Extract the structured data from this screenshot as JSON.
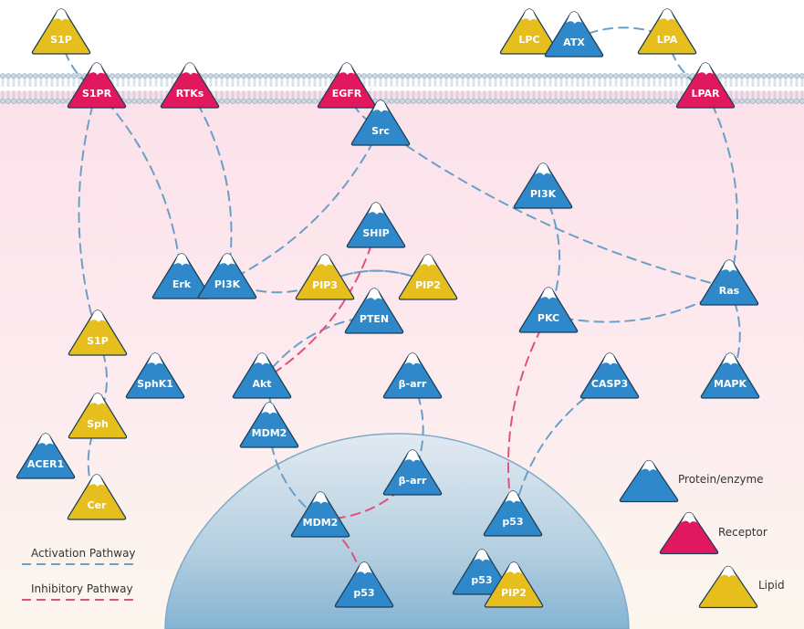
{
  "colors": {
    "protein": "#2e88c9",
    "receptor": "#e2185f",
    "lipid": "#e6be1e",
    "activation": "#6a9fc8",
    "inhibition": "#e2507e",
    "cap": "#ffffff",
    "outline": "#1d3d55"
  },
  "nodes": [
    {
      "id": "s1p-top",
      "label": "S1P",
      "type": "lipid"
    },
    {
      "id": "lpc",
      "label": "LPC",
      "type": "lipid"
    },
    {
      "id": "atx",
      "label": "ATX",
      "type": "protein"
    },
    {
      "id": "lpa",
      "label": "LPA",
      "type": "lipid"
    },
    {
      "id": "s1pr",
      "label": "S1PR",
      "type": "receptor"
    },
    {
      "id": "rtks",
      "label": "RTKs",
      "type": "receptor"
    },
    {
      "id": "egfr",
      "label": "EGFR",
      "type": "receptor"
    },
    {
      "id": "lpar",
      "label": "LPAR",
      "type": "receptor"
    },
    {
      "id": "src",
      "label": "Src",
      "type": "protein"
    },
    {
      "id": "pi3k-right",
      "label": "PI3K",
      "type": "protein"
    },
    {
      "id": "ship",
      "label": "SHIP",
      "type": "protein"
    },
    {
      "id": "erk",
      "label": "Erk",
      "type": "protein"
    },
    {
      "id": "pi3k-left",
      "label": "PI3K",
      "type": "protein"
    },
    {
      "id": "pip3",
      "label": "PIP3",
      "type": "lipid"
    },
    {
      "id": "pip2",
      "label": "PIP2",
      "type": "lipid"
    },
    {
      "id": "pten",
      "label": "PTEN",
      "type": "protein"
    },
    {
      "id": "pkc",
      "label": "PKC",
      "type": "protein"
    },
    {
      "id": "ras",
      "label": "Ras",
      "type": "protein"
    },
    {
      "id": "s1p-mid",
      "label": "S1P",
      "type": "lipid"
    },
    {
      "id": "sphk1",
      "label": "SphK1",
      "type": "protein"
    },
    {
      "id": "akt",
      "label": "Akt",
      "type": "protein"
    },
    {
      "id": "b-arr-1",
      "label": "β-arr",
      "type": "protein"
    },
    {
      "id": "casp3",
      "label": "CASP3",
      "type": "protein"
    },
    {
      "id": "mapk",
      "label": "MAPK",
      "type": "protein"
    },
    {
      "id": "sph",
      "label": "Sph",
      "type": "lipid"
    },
    {
      "id": "mdm2-1",
      "label": "MDM2",
      "type": "protein"
    },
    {
      "id": "acer1",
      "label": "ACER1",
      "type": "protein"
    },
    {
      "id": "b-arr-2",
      "label": "β-arr",
      "type": "protein"
    },
    {
      "id": "cer",
      "label": "Cer",
      "type": "lipid"
    },
    {
      "id": "mdm2-2",
      "label": "MDM2",
      "type": "protein"
    },
    {
      "id": "p53-1",
      "label": "p53",
      "type": "protein"
    },
    {
      "id": "p53-2",
      "label": "p53",
      "type": "protein"
    },
    {
      "id": "p53-3",
      "label": "p53",
      "type": "protein"
    },
    {
      "id": "pip2-nuc",
      "label": "PIP2",
      "type": "lipid"
    }
  ],
  "edges": [
    {
      "from": "s1p-top",
      "to": "s1pr",
      "kind": "activation"
    },
    {
      "from": "atx",
      "to": "lpa",
      "kind": "activation"
    },
    {
      "from": "lpa",
      "to": "lpar",
      "kind": "activation"
    },
    {
      "from": "s1pr",
      "to": "erk",
      "kind": "activation"
    },
    {
      "from": "s1pr",
      "to": "s1p-mid",
      "kind": "activation"
    },
    {
      "from": "rtks",
      "to": "pi3k-left",
      "kind": "activation"
    },
    {
      "from": "egfr",
      "to": "src",
      "kind": "activation"
    },
    {
      "from": "src",
      "to": "pi3k-left",
      "kind": "activation"
    },
    {
      "from": "src",
      "to": "ras",
      "kind": "activation"
    },
    {
      "from": "lpar",
      "to": "ras",
      "kind": "activation"
    },
    {
      "from": "pi3k-left",
      "to": "pip3",
      "kind": "activation"
    },
    {
      "from": "pip3",
      "to": "pip2",
      "kind": "activation"
    },
    {
      "from": "pip2",
      "to": "pip3",
      "kind": "activation"
    },
    {
      "from": "pi3k-right",
      "to": "pkc",
      "kind": "activation"
    },
    {
      "from": "pkc",
      "to": "ras",
      "kind": "activation"
    },
    {
      "from": "ras",
      "to": "mapk",
      "kind": "activation"
    },
    {
      "from": "pten",
      "to": "akt",
      "kind": "activation"
    },
    {
      "from": "akt",
      "to": "mdm2-1",
      "kind": "activation"
    },
    {
      "from": "mdm2-1",
      "to": "mdm2-2",
      "kind": "activation"
    },
    {
      "from": "b-arr-1",
      "to": "b-arr-2",
      "kind": "activation"
    },
    {
      "from": "casp3",
      "to": "p53-2",
      "kind": "activation"
    },
    {
      "from": "s1p-mid",
      "to": "sph",
      "kind": "activation"
    },
    {
      "from": "sph",
      "to": "cer",
      "kind": "activation"
    },
    {
      "from": "ship",
      "to": "akt",
      "kind": "inhibition"
    },
    {
      "from": "pkc",
      "to": "p53-2",
      "kind": "inhibition"
    },
    {
      "from": "mdm2-2",
      "to": "p53-1",
      "kind": "inhibition"
    },
    {
      "from": "mdm2-2",
      "to": "b-arr-2",
      "kind": "inhibition"
    }
  ],
  "legend": {
    "activation": "Activation Pathway",
    "inhibition": "Inhibitory Pathway",
    "protein": "Protein/enzyme",
    "receptor": "Receptor",
    "lipid": "Lipid"
  }
}
